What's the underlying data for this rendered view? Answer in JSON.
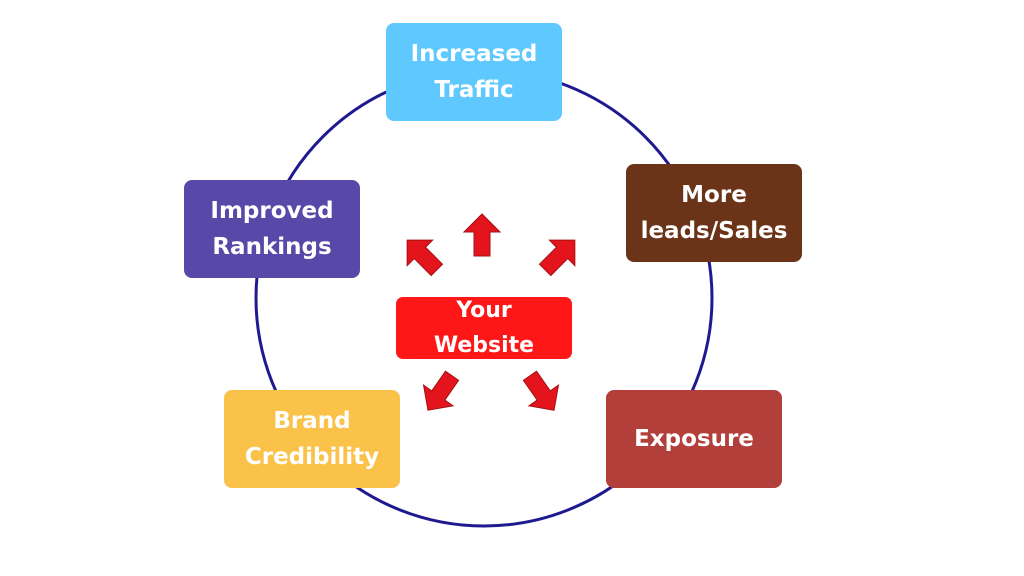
{
  "diagram": {
    "center": {
      "label": "Your\nWebsite",
      "color": "#ff1616"
    },
    "nodes": [
      {
        "id": "traffic",
        "label": "Increased\nTraffic",
        "color": "#5ec8ff"
      },
      {
        "id": "leads",
        "label": "More\nleads/Sales",
        "color": "#6b3419"
      },
      {
        "id": "rank",
        "label": "Improved\nRankings",
        "color": "#5848a8"
      },
      {
        "id": "brand",
        "label": "Brand\nCredibility",
        "color": "#fbc24a"
      },
      {
        "id": "expo",
        "label": "Exposure",
        "color": "#b23f3a"
      }
    ],
    "ring_color": "#1f1a8f",
    "arrow_color": "#e3141c"
  }
}
